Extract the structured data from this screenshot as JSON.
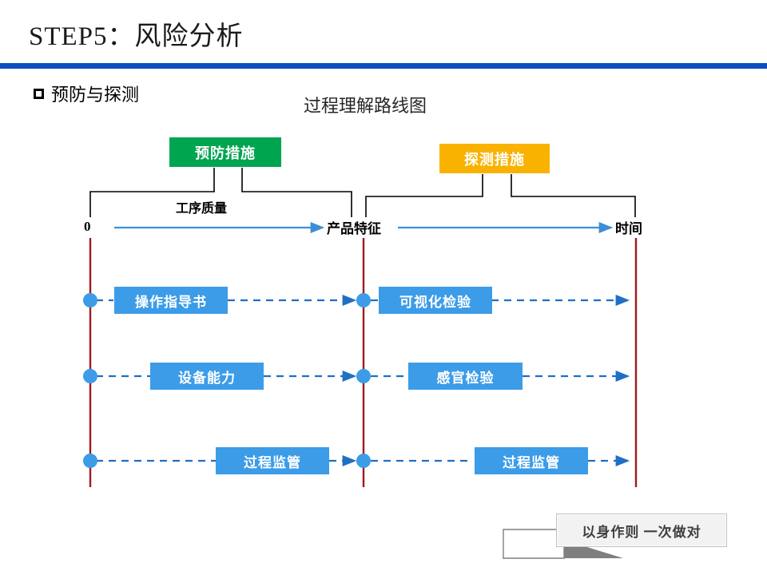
{
  "slide": {
    "title": "STEP5：风险分析",
    "rule_color": "#0a4ec2"
  },
  "bullet": {
    "marker": "square-outline-icon",
    "text": "预防与探测"
  },
  "diagram": {
    "title": "过程理解路线图",
    "category_boxes": [
      {
        "label": "预防措施",
        "color": "#00a550"
      },
      {
        "label": "探测措施",
        "color": "#f9b200"
      }
    ],
    "axis": {
      "start_label": "0",
      "middle_label": "产品特征",
      "end_label": "时间",
      "bracket_label": "工序质量",
      "arrow_color": "#3c8fd6",
      "timeline_color": "#9e1b1b",
      "node_color": "#3c9ce8",
      "dash_color": "#1f6fc4"
    },
    "lanes": [
      {
        "left_item": "操作指导书",
        "right_item": "可视化检验"
      },
      {
        "left_item": "设备能力",
        "right_item": "感官检验"
      },
      {
        "left_item": "过程监管",
        "right_item": "过程监管"
      }
    ],
    "item_color": "#3c9ce8"
  },
  "callout": {
    "text": "以身作则  一次做对"
  },
  "chart_data": {
    "type": "diagram",
    "title": "过程理解路线图",
    "description": "Process understanding roadmap: prevention measures act over process-quality phase; detection measures act over product-characteristic to time phase.",
    "phases": [
      {
        "name": "工序质量",
        "from": "0",
        "to": "产品特征",
        "owner": "预防措施"
      },
      {
        "name": "",
        "from": "产品特征",
        "to": "时间",
        "owner": "探测措施"
      }
    ],
    "rows": [
      {
        "prevention": "操作指导书",
        "detection": "可视化检验"
      },
      {
        "prevention": "设备能力",
        "detection": "感官检验"
      },
      {
        "prevention": "过程监管",
        "detection": "过程监管"
      }
    ]
  }
}
